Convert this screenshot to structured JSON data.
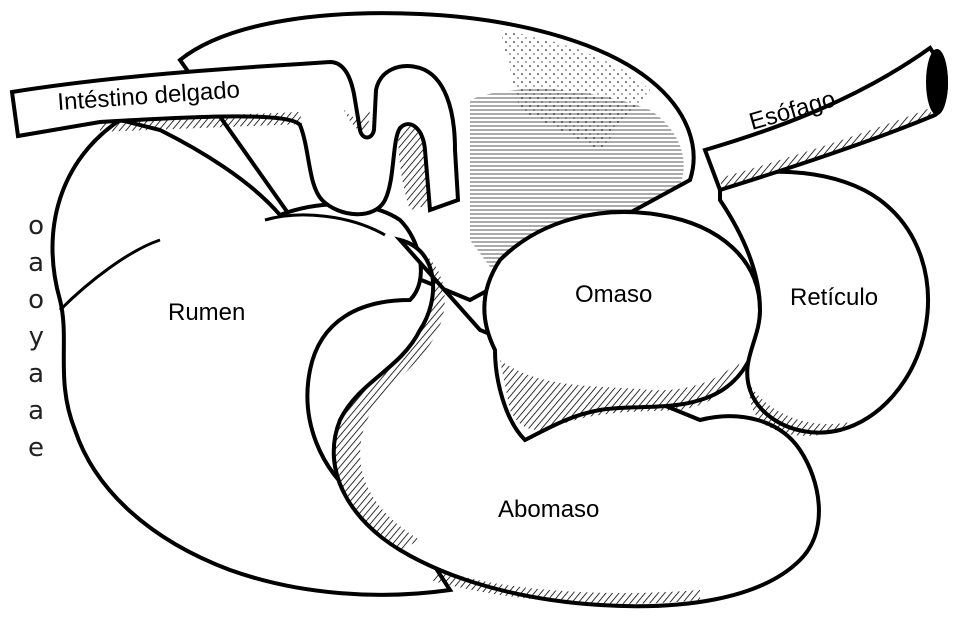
{
  "diagram": {
    "labels": {
      "small_intestine": "Intéstino delgado",
      "esophagus": "Esófago",
      "rumen": "Rumen",
      "omasum": "Omaso",
      "reticulum": "Retículo",
      "abomasum": "Abomaso"
    },
    "colors": {
      "stroke": "#000000",
      "fill": "#ffffff",
      "text": "#000000"
    }
  },
  "side_text": {
    "line_endings": [
      "o",
      "a",
      "o",
      "y",
      "a",
      "a",
      "e"
    ]
  }
}
